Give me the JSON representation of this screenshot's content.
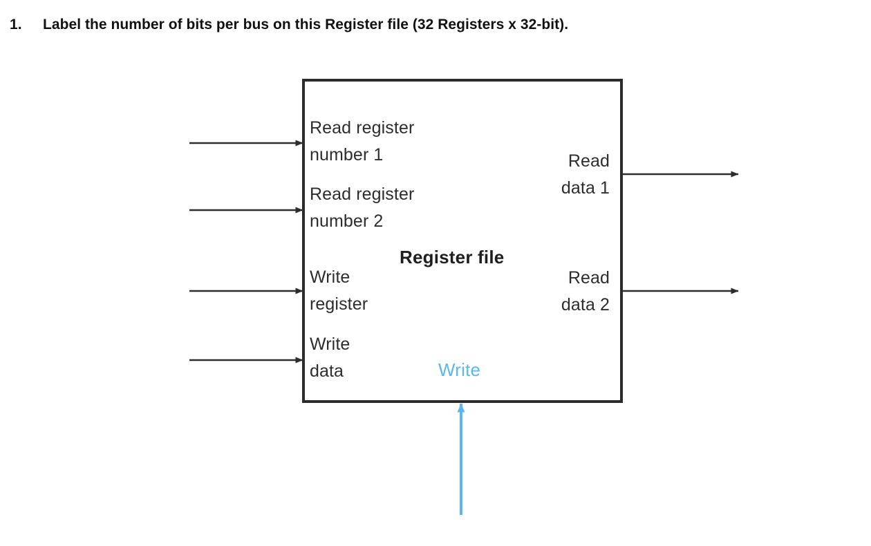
{
  "question": {
    "number": "1.",
    "text": "Label the number of bits per bus on this Register file (32 Registers x 32-bit)."
  },
  "diagram": {
    "title": "Register file",
    "control_label": "Write",
    "inputs": [
      {
        "label": "Read register\nnumber 1"
      },
      {
        "label": "Read register\nnumber 2"
      },
      {
        "label": "Write\nregister"
      },
      {
        "label": "Write\ndata"
      }
    ],
    "outputs": [
      {
        "label": "Read\ndata 1"
      },
      {
        "label": "Read\ndata 2"
      }
    ],
    "colors": {
      "box_border": "#2b2b2b",
      "wire": "#2d2d2d",
      "control_accent": "#5BB8EE",
      "text": "#2d2d2d",
      "background": "#ffffff"
    }
  }
}
